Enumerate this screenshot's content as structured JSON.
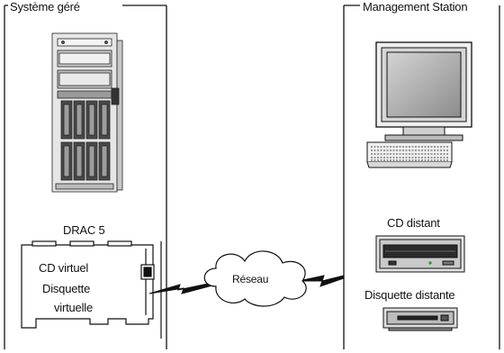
{
  "managed_system": {
    "title": "Système géré",
    "server_icon": "tower-server-icon"
  },
  "drac": {
    "title": "DRAC 5",
    "virtual_cd": "CD virtuel",
    "virtual_floppy_line1": "Disquette",
    "virtual_floppy_line2": "virtuelle",
    "card_icon": "drac-card-icon"
  },
  "network": {
    "label": "Réseau",
    "cloud_icon": "network-cloud-icon",
    "link_icon": "lightning-link-icon"
  },
  "management_station": {
    "title": "Management Station",
    "computer_icon": "desktop-computer-icon",
    "remote_cd_label": "CD distant",
    "remote_cd_icon": "cd-drive-icon",
    "remote_floppy_label": "Disquette distante",
    "remote_floppy_icon": "floppy-drive-icon"
  }
}
